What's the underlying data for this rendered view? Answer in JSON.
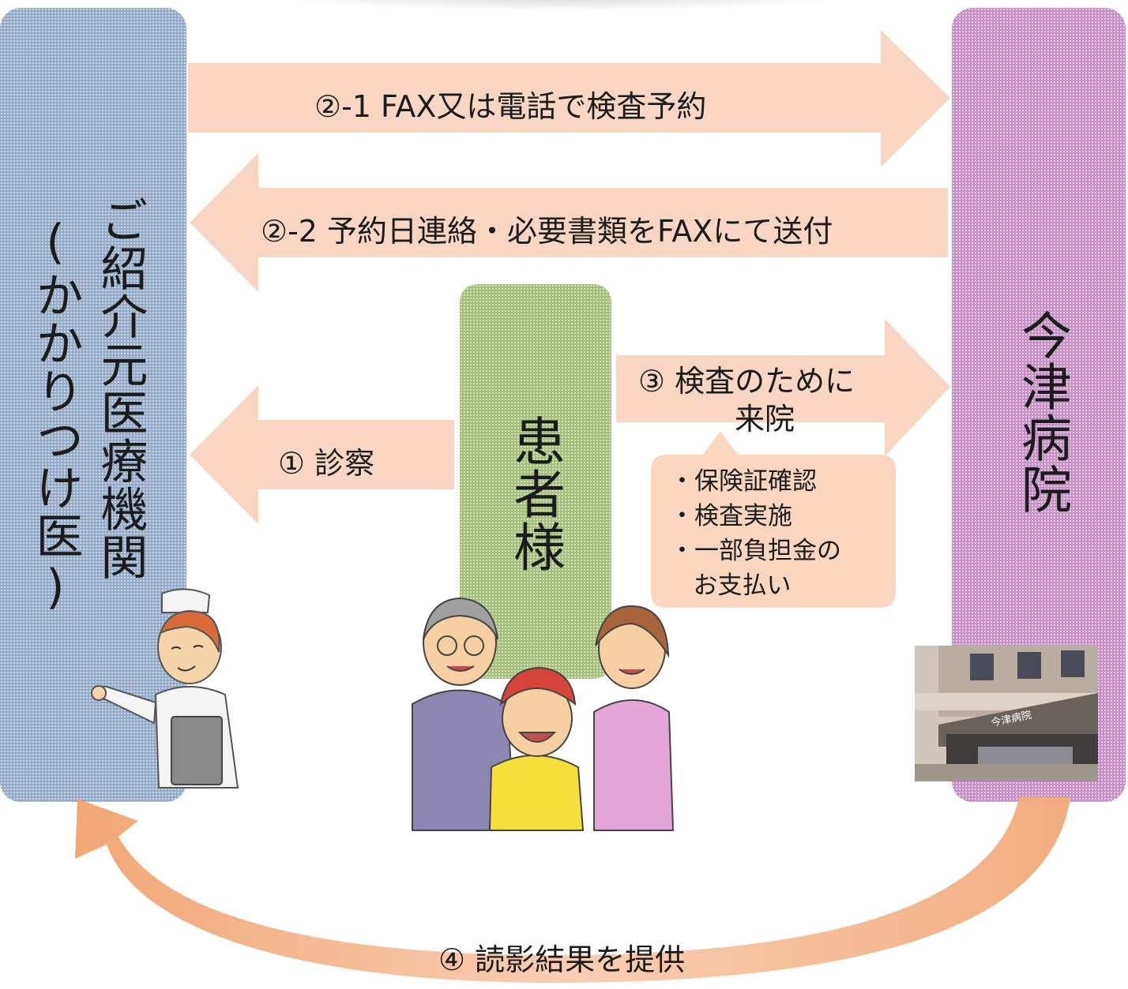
{
  "left_box": {
    "name_line1": "ご紹介元医療機関",
    "name_line2": "(かかりつけ医)"
  },
  "right_box": {
    "name": "今津病院"
  },
  "center_box": {
    "name": "患者様"
  },
  "steps": {
    "step_2_1": "②-1  FAX又は電話で検査予約",
    "step_2_2": "②-2  予約日連絡・必要書類をFAXにて送付",
    "step_1": "①  診察",
    "step_3_line1": "③  検査のために",
    "step_3_line2": "来院",
    "step_4": "④  読影結果を提供"
  },
  "callout": {
    "items": [
      "・保険証確認",
      "・検査実施",
      "・一部負担金の\n   お支払い"
    ]
  },
  "photo": {
    "sign_text": "今津病院"
  },
  "colors": {
    "arrow": "#f8d6c1",
    "curved_arrow": "#f2a978",
    "left_panel": "#93aac8",
    "right_panel": "#c690c4",
    "center_panel": "#a6bf7c"
  }
}
